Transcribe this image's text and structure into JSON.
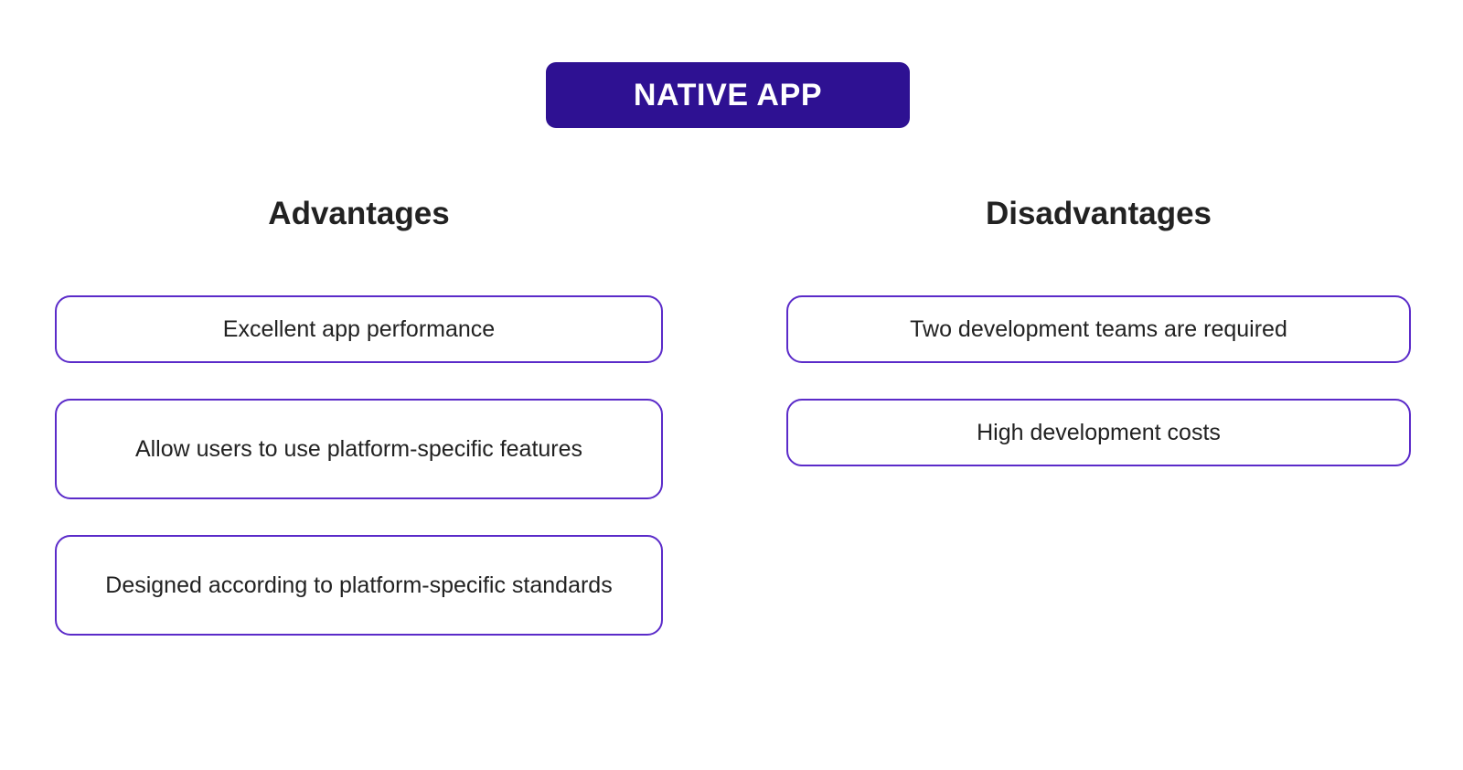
{
  "title": {
    "label": "NATIVE APP",
    "background_color": "#2E1192",
    "text_color": "#FFFFFF"
  },
  "theme": {
    "accent_color": "#5B2BC9",
    "heading_color": "#222222",
    "body_text_color": "#222222",
    "page_background": "#FFFFFF"
  },
  "columns": [
    {
      "heading": "Advantages",
      "cards": [
        {
          "text": "Excellent app performance",
          "lines": 1
        },
        {
          "text": "Allow users to use platform-specific features",
          "lines": 2
        },
        {
          "text": "Designed according to platform-specific standards",
          "lines": 2
        }
      ]
    },
    {
      "heading": "Disadvantages",
      "cards": [
        {
          "text": "Two development teams are required",
          "lines": 1
        },
        {
          "text": "High development costs",
          "lines": 1
        }
      ]
    }
  ]
}
